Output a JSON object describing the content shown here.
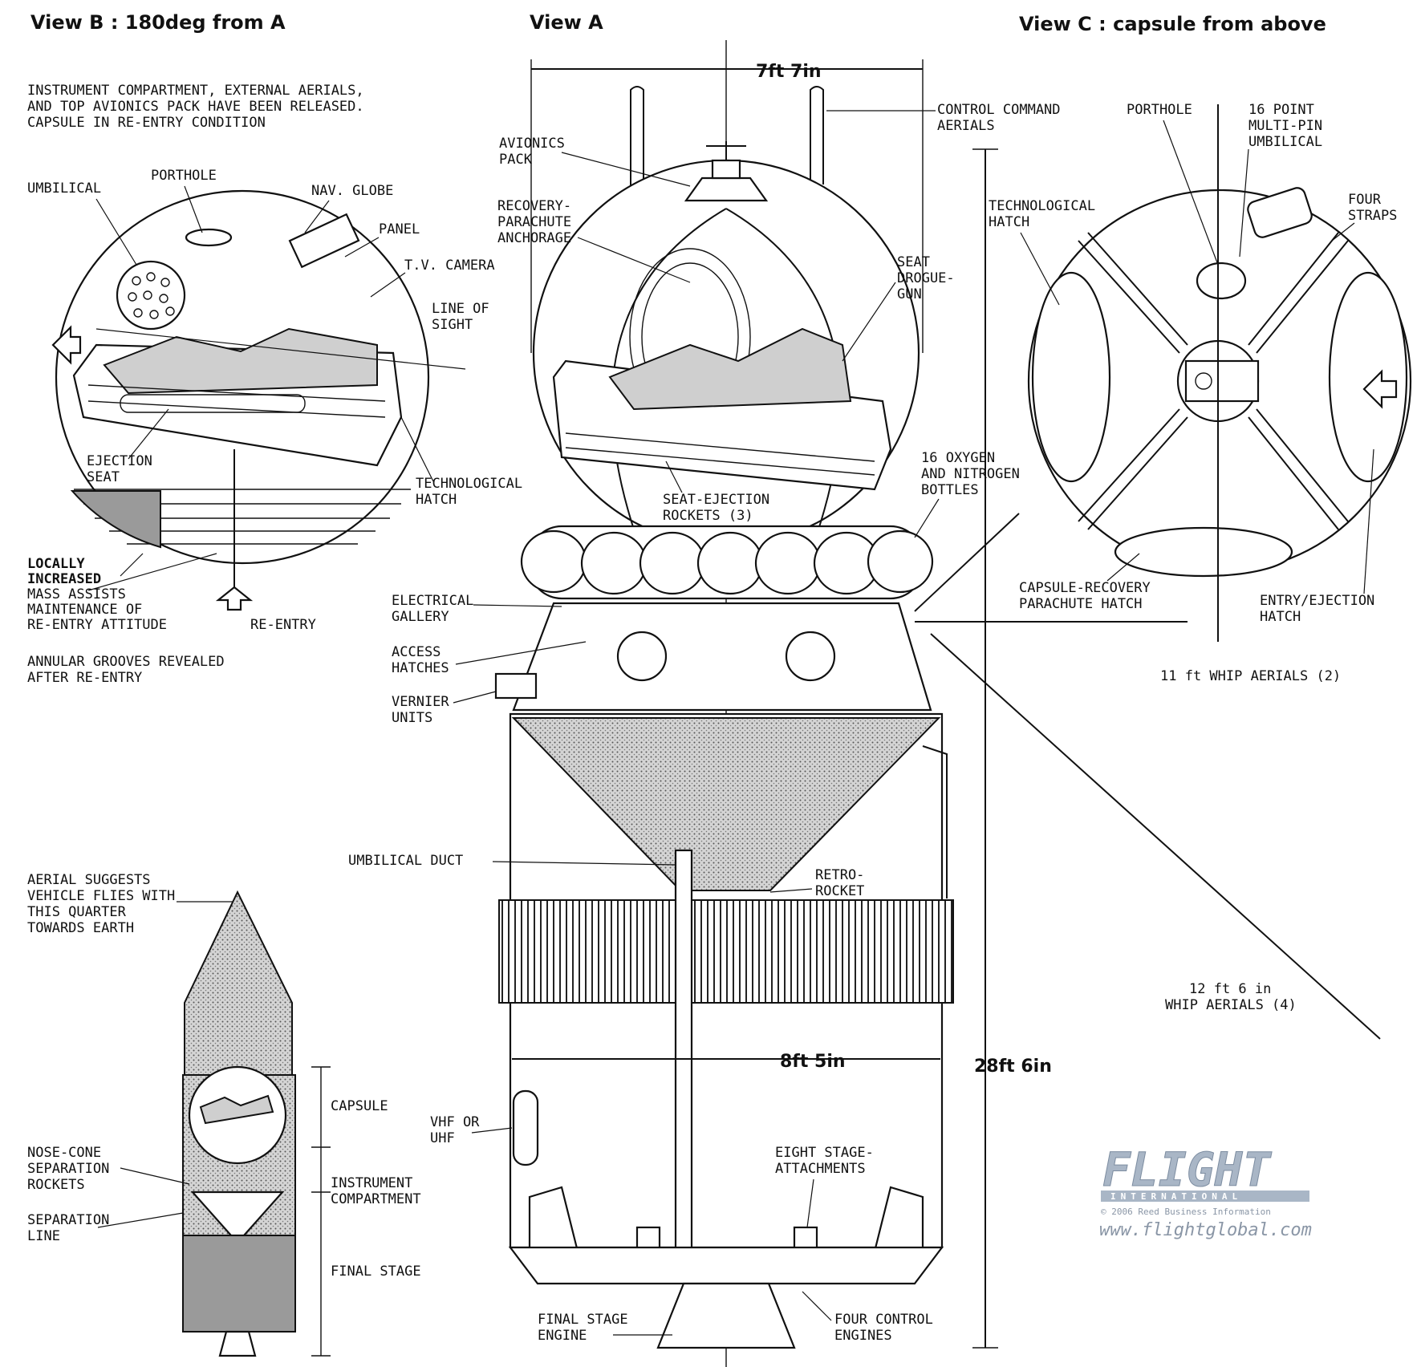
{
  "titles": {
    "view_b": "View B : 180deg from A",
    "view_a": "View A",
    "view_c": "View C : capsule from above"
  },
  "view_b": {
    "note": [
      "INSTRUMENT COMPARTMENT, EXTERNAL AERIALS,",
      "AND TOP AVIONICS PACK HAVE BEEN RELEASED.",
      "CAPSULE IN RE-ENTRY CONDITION"
    ],
    "umbilical": "UMBILICAL",
    "porthole": "PORTHOLE",
    "nav_globe": "NAV. GLOBE",
    "panel": "PANEL",
    "tv_camera": "T.V. CAMERA",
    "line_of_sight": [
      "LINE OF",
      "SIGHT"
    ],
    "ejection_seat": [
      "EJECTION",
      "SEAT"
    ],
    "technological_hatch": [
      "TECHNOLOGICAL",
      "HATCH"
    ],
    "locally_increased": [
      "LOCALLY",
      "INCREASED"
    ],
    "mass_assists": [
      "MASS ASSISTS",
      "MAINTENANCE OF",
      "RE-ENTRY ATTITUDE"
    ],
    "re_entry": "RE-ENTRY",
    "annular_grooves": [
      "ANNULAR GROOVES REVEALED",
      "AFTER RE-ENTRY"
    ]
  },
  "view_a": {
    "width_top": "7ft 7in",
    "width_bottom": "8ft 5in",
    "height": "28ft 6in",
    "control_aerials": [
      "CONTROL COMMAND",
      "AERIALS"
    ],
    "avionics_pack": [
      "AVIONICS",
      "PACK"
    ],
    "recovery_anchorage": [
      "RECOVERY-",
      "PARACHUTE",
      "ANCHORAGE"
    ],
    "seat_drogue_gun": [
      "SEAT",
      "DROGUE-",
      "GUN"
    ],
    "seat_ejection_rockets": [
      "SEAT-EJECTION",
      "ROCKETS (3)"
    ],
    "oxygen_bottles": [
      "16 OXYGEN",
      "AND NITROGEN",
      "BOTTLES"
    ],
    "electrical_gallery": [
      "ELECTRICAL",
      "GALLERY"
    ],
    "access_hatches": [
      "ACCESS",
      "HATCHES"
    ],
    "vernier_units": [
      "VERNIER",
      "UNITS"
    ],
    "umbilical_duct": "UMBILICAL DUCT",
    "retro_rocket": [
      "RETRO-",
      "ROCKET"
    ],
    "vhf_uhf": [
      "VHF OR",
      "UHF"
    ],
    "eight_stage": [
      "EIGHT STAGE-",
      "ATTACHMENTS"
    ],
    "final_stage_engine": [
      "FINAL STAGE",
      "ENGINE"
    ],
    "four_control_engines": [
      "FOUR CONTROL",
      "ENGINES"
    ]
  },
  "view_c": {
    "technological_hatch": [
      "TECHNOLOGICAL",
      "HATCH"
    ],
    "porthole": "PORTHOLE",
    "umbilical_16": [
      "16 POINT",
      "MULTI-PIN",
      "UMBILICAL"
    ],
    "four_straps": [
      "FOUR",
      "STRAPS"
    ],
    "recovery_hatch": [
      "CAPSULE-RECOVERY",
      "PARACHUTE HATCH"
    ],
    "entry_hatch": [
      "ENTRY/EJECTION",
      "HATCH"
    ],
    "whip_11": "11 ft WHIP AERIALS (2)",
    "whip_12": [
      "12 ft 6 in",
      "WHIP AERIALS (4)"
    ]
  },
  "launch": {
    "aerial_note": [
      "AERIAL SUGGESTS",
      "VEHICLE FLIES WITH",
      "THIS QUARTER",
      "TOWARDS EARTH"
    ],
    "capsule": "CAPSULE",
    "nose_cone": [
      "NOSE-CONE",
      "SEPARATION",
      "ROCKETS"
    ],
    "instrument": [
      "INSTRUMENT",
      "COMPARTMENT"
    ],
    "separation_line": [
      "SEPARATION",
      "LINE"
    ],
    "final_stage": "FINAL STAGE"
  },
  "logo": {
    "brand": "FLIGHT",
    "sub": "INTERNATIONAL",
    "copyright": "© 2006 Reed Business Information",
    "url": "www.flightglobal.com"
  },
  "colors": {
    "logo_blue": "#a9b6c6",
    "ink": "#111111",
    "hatch_gray": "#cfcfcf"
  }
}
